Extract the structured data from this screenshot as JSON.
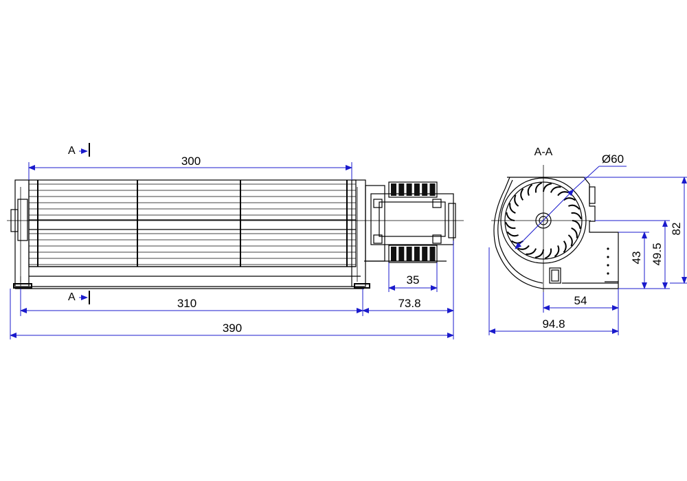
{
  "section_labels": {
    "cut_top": "A",
    "cut_bottom": "A",
    "section_title": "A-A"
  },
  "dimensions": {
    "rotor_length": "300",
    "housing_length": "310",
    "motor_offset": "73.8",
    "total_length": "390",
    "magnet_width": "35",
    "impeller_diameter": "Ø60",
    "base_width": "54",
    "outlet_width": "94.8",
    "height_43": "43",
    "height_49_5": "49.5",
    "total_height": "82"
  },
  "colors": {
    "dimension_lines": "#1a1acc",
    "part_lines": "#000000",
    "background": "#ffffff"
  }
}
